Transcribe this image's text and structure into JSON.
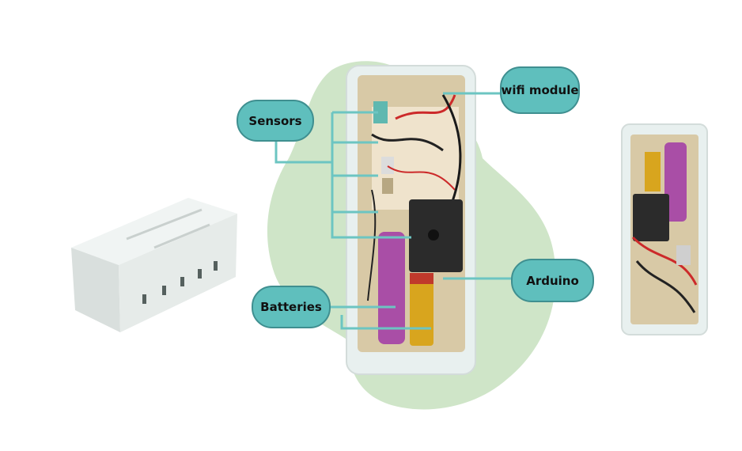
{
  "callouts": {
    "sensors": "Sensors",
    "wifi": "wifi module",
    "arduino": "Arduino",
    "batteries": "Batteries"
  },
  "colors": {
    "callout_fill": "#5fbfbd",
    "callout_border": "#3f8f90",
    "leader_line": "#6cc5c2",
    "blob": "#cfe5c8",
    "case": "#eef2f1"
  }
}
